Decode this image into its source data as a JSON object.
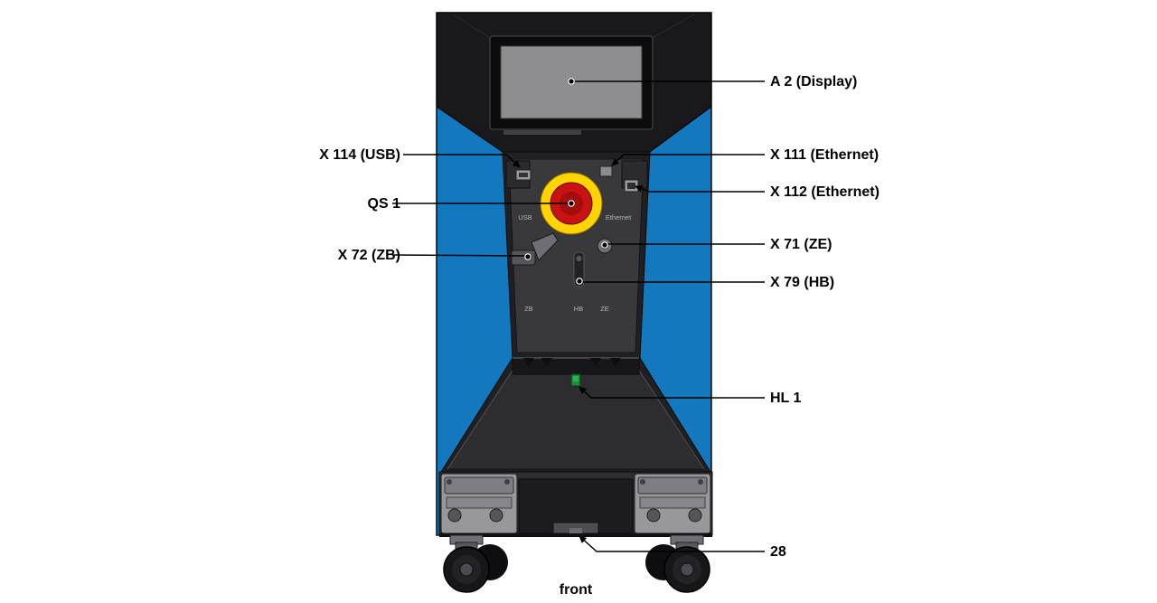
{
  "diagram": {
    "caption": "front",
    "labels": {
      "a2": "A 2 (Display)",
      "x114": "X 114 (USB)",
      "x111": "X 111 (Ethernet)",
      "x112": "X 112 (Ethernet)",
      "qs1": "QS 1",
      "x71": "X 71 (ZE)",
      "x72": "X 72 (ZB)",
      "x79": "X 79 (HB)",
      "hl1": "HL 1",
      "item28": "28"
    },
    "panel_markings": {
      "usb": "USB",
      "ethernet": "Ethernet",
      "zb": "ZB",
      "hb": "HB",
      "ze": "ZE"
    },
    "colors": {
      "body_blue": "#1478BE",
      "estop_yellow": "#FFD400",
      "estop_red": "#C91212",
      "led_green": "#1E8A37"
    }
  }
}
